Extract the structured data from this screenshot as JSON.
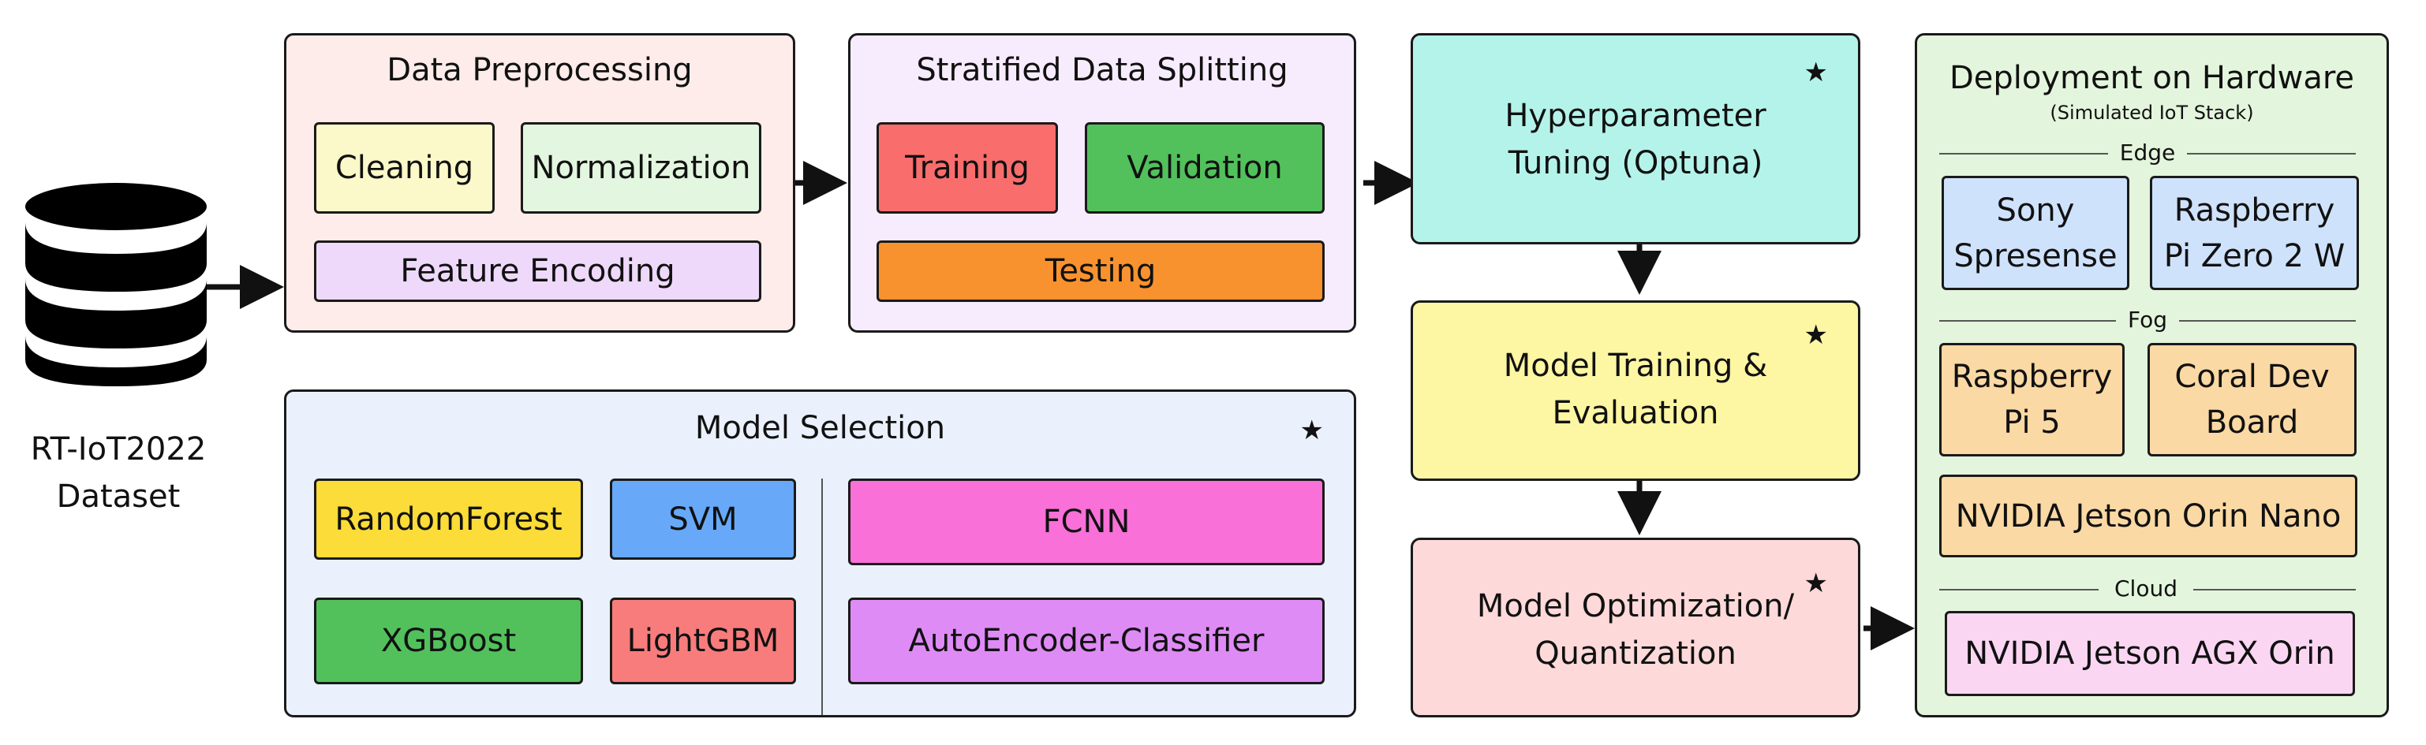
{
  "dataset": {
    "label_line1": "RT-IoT2022",
    "label_line2": "Dataset"
  },
  "preprocessing": {
    "title": "Data Preprocessing",
    "items": [
      "Cleaning",
      "Normalization",
      "Feature Encoding"
    ]
  },
  "splitting": {
    "title": "Stratified Data Splitting",
    "items": [
      "Training",
      "Validation",
      "Testing"
    ]
  },
  "tuning": {
    "line1": "Hyperparameter",
    "line2": "Tuning (Optuna)",
    "star": "★"
  },
  "training_eval": {
    "line1": "Model Training &",
    "line2": "Evaluation",
    "star": "★"
  },
  "optimization": {
    "line1": "Model Optimization/",
    "line2": "Quantization",
    "star": "★"
  },
  "model_selection": {
    "title": "Model Selection",
    "star": "★",
    "classical": [
      "RandomForest",
      "SVM",
      "XGBoost",
      "LightGBM"
    ],
    "deep": [
      "FCNN",
      "AutoEncoder-Classifier"
    ]
  },
  "deployment": {
    "title": "Deployment on Hardware",
    "subtitle": "(Simulated IoT Stack)",
    "tiers": {
      "edge": "Edge",
      "fog": "Fog",
      "cloud": "Cloud"
    },
    "edge_devices": [
      {
        "line1": "Sony",
        "line2": "Spresense"
      },
      {
        "line1": "Raspberry",
        "line2": "Pi Zero 2 W"
      }
    ],
    "fog_devices": [
      {
        "line1": "Raspberry",
        "line2": "Pi 5"
      },
      {
        "line1": "Coral Dev",
        "line2": "Board"
      }
    ],
    "fog_wide": "NVIDIA Jetson Orin Nano",
    "cloud_device": "NVIDIA Jetson AGX Orin"
  },
  "colors": {
    "preprocessing_bg": "#fdece9",
    "splitting_bg": "#f7ecfd",
    "tuning_bg": "#b4f3ea",
    "training_eval_bg": "#fdf6a3",
    "optimization_bg": "#fdd9d9",
    "model_selection_bg": "#eaf1fc",
    "deployment_bg": "#e3f5dc",
    "cleaning": "#fbf9c9",
    "normalization": "#e3f6df",
    "feature_encoding": "#efd9fb",
    "training": "#f96d6d",
    "validation": "#52c15c",
    "testing": "#f8922e",
    "randomforest": "#fbdc38",
    "svm": "#67a9f8",
    "xgboost": "#52c15c",
    "lightgbm": "#f87c7c",
    "fcnn": "#f870d8",
    "autoencoder": "#df8bf5",
    "edge_device": "#cfe2fb",
    "fog_device": "#fbd9a4",
    "cloud_device": "#fbd6f3"
  }
}
